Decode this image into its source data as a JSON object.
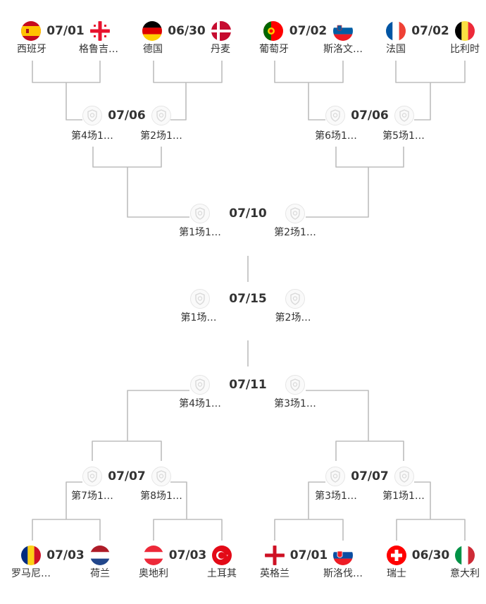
{
  "bracket": {
    "placeholder_icon": "shield-crest-icon",
    "line_color": "#bdbdbd",
    "r16_top": [
      {
        "date": "07/01",
        "team1": {
          "name": "西班牙",
          "flag": "spain-flag-icon"
        },
        "team2": {
          "name": "格鲁吉…",
          "flag": "georgia-flag-icon"
        }
      },
      {
        "date": "06/30",
        "team1": {
          "name": "德国",
          "flag": "germany-flag-icon"
        },
        "team2": {
          "name": "丹麦",
          "flag": "denmark-flag-icon"
        }
      },
      {
        "date": "07/02",
        "team1": {
          "name": "葡萄牙",
          "flag": "portugal-flag-icon"
        },
        "team2": {
          "name": "斯洛文…",
          "flag": "slovenia-flag-icon"
        }
      },
      {
        "date": "07/02",
        "team1": {
          "name": "法国",
          "flag": "france-flag-icon"
        },
        "team2": {
          "name": "比利时",
          "flag": "belgium-flag-icon"
        }
      }
    ],
    "qf_top": [
      {
        "date": "07/06",
        "team1": "第4场1…",
        "team2": "第2场1…"
      },
      {
        "date": "07/06",
        "team1": "第6场1…",
        "team2": "第5场1…"
      }
    ],
    "sf_top": {
      "date": "07/10",
      "team1": "第1场1…",
      "team2": "第2场1…"
    },
    "final": {
      "date": "07/15",
      "team1": "第1场…",
      "team2": "第2场…"
    },
    "sf_bottom": {
      "date": "07/11",
      "team1": "第4场1…",
      "team2": "第3场1…"
    },
    "qf_bottom": [
      {
        "date": "07/07",
        "team1": "第7场1…",
        "team2": "第8场1…"
      },
      {
        "date": "07/07",
        "team1": "第3场1…",
        "team2": "第1场1…"
      }
    ],
    "r16_bottom": [
      {
        "date": "07/03",
        "team1": {
          "name": "罗马尼…",
          "flag": "romania-flag-icon"
        },
        "team2": {
          "name": "荷兰",
          "flag": "netherlands-flag-icon"
        }
      },
      {
        "date": "07/03",
        "team1": {
          "name": "奥地利",
          "flag": "austria-flag-icon"
        },
        "team2": {
          "name": "土耳其",
          "flag": "turkey-flag-icon"
        }
      },
      {
        "date": "07/01",
        "team1": {
          "name": "英格兰",
          "flag": "england-flag-icon"
        },
        "team2": {
          "name": "斯洛伐…",
          "flag": "slovakia-flag-icon"
        }
      },
      {
        "date": "06/30",
        "team1": {
          "name": "瑞士",
          "flag": "switzerland-flag-icon"
        },
        "team2": {
          "name": "意大利",
          "flag": "italy-flag-icon"
        }
      }
    ]
  }
}
